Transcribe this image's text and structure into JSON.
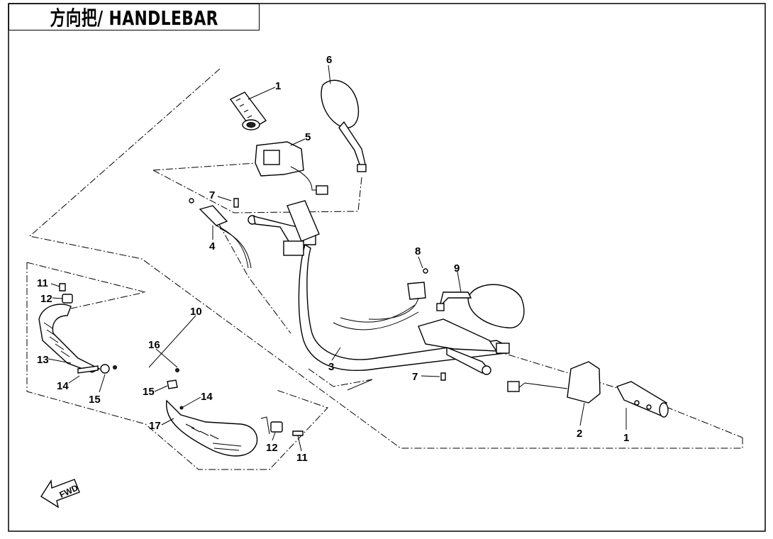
{
  "title": "方向把/ HANDLEBAR",
  "fwd_label": "FWD",
  "callouts": [
    {
      "id": "c1a",
      "label": "1"
    },
    {
      "id": "c1b",
      "label": "1"
    },
    {
      "id": "c2",
      "label": "2"
    },
    {
      "id": "c3",
      "label": "3"
    },
    {
      "id": "c4",
      "label": "4"
    },
    {
      "id": "c5",
      "label": "5"
    },
    {
      "id": "c6",
      "label": "6"
    },
    {
      "id": "c7a",
      "label": "7"
    },
    {
      "id": "c7b",
      "label": "7"
    },
    {
      "id": "c8",
      "label": "8"
    },
    {
      "id": "c9",
      "label": "9"
    },
    {
      "id": "c10",
      "label": "10"
    },
    {
      "id": "c11a",
      "label": "11"
    },
    {
      "id": "c11b",
      "label": "11"
    },
    {
      "id": "c12a",
      "label": "12"
    },
    {
      "id": "c12b",
      "label": "12"
    },
    {
      "id": "c13",
      "label": "13"
    },
    {
      "id": "c14a",
      "label": "14"
    },
    {
      "id": "c14b",
      "label": "14"
    },
    {
      "id": "c15a",
      "label": "15"
    },
    {
      "id": "c15b",
      "label": "15"
    },
    {
      "id": "c16",
      "label": "16"
    },
    {
      "id": "c17",
      "label": "17"
    }
  ]
}
